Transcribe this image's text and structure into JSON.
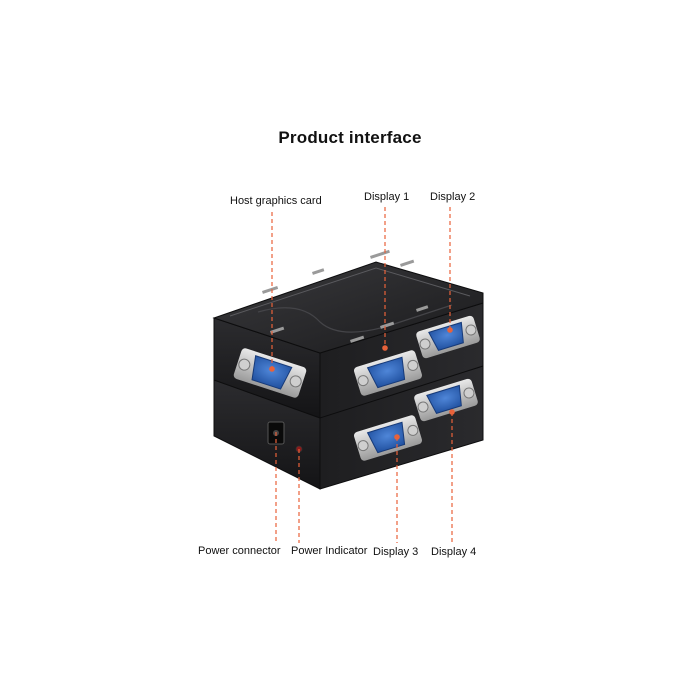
{
  "title": "Product interface",
  "labels": {
    "host": "Host graphics card",
    "display1": "Display 1",
    "display2": "Display 2",
    "power_connector": "Power  connector",
    "power_indicator": "Power Indicator",
    "display3": "Display 3",
    "display4": "Display 4"
  },
  "colors": {
    "leader_line": "#e8623a",
    "vga_port": "#2f5fb0",
    "device_body": "#1c1c1e"
  }
}
